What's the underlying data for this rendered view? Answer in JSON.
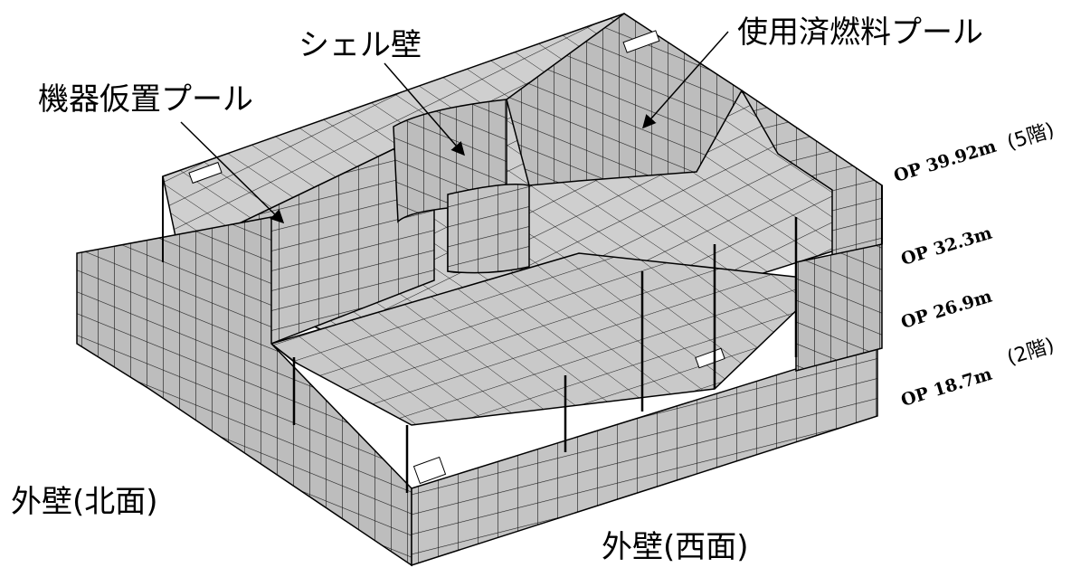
{
  "labels": {
    "equipment_pool": "機器仮置プール",
    "shell_wall": "シェル壁",
    "spent_fuel_pool": "使用済燃料プール",
    "outer_wall_north": "外壁(北面)",
    "outer_wall_west": "外壁(西面)"
  },
  "elevations": [
    {
      "text": "OP 39.92m",
      "floor": "(5階)"
    },
    {
      "text": "OP 32.3m",
      "floor": ""
    },
    {
      "text": "OP 26.9m",
      "floor": ""
    },
    {
      "text": "OP 18.7m",
      "floor": "(2階)"
    }
  ],
  "colors": {
    "mesh_fill": "#c4c4c4",
    "mesh_line": "#1a1a1a",
    "frame_line": "#000000",
    "background": "#ffffff"
  }
}
